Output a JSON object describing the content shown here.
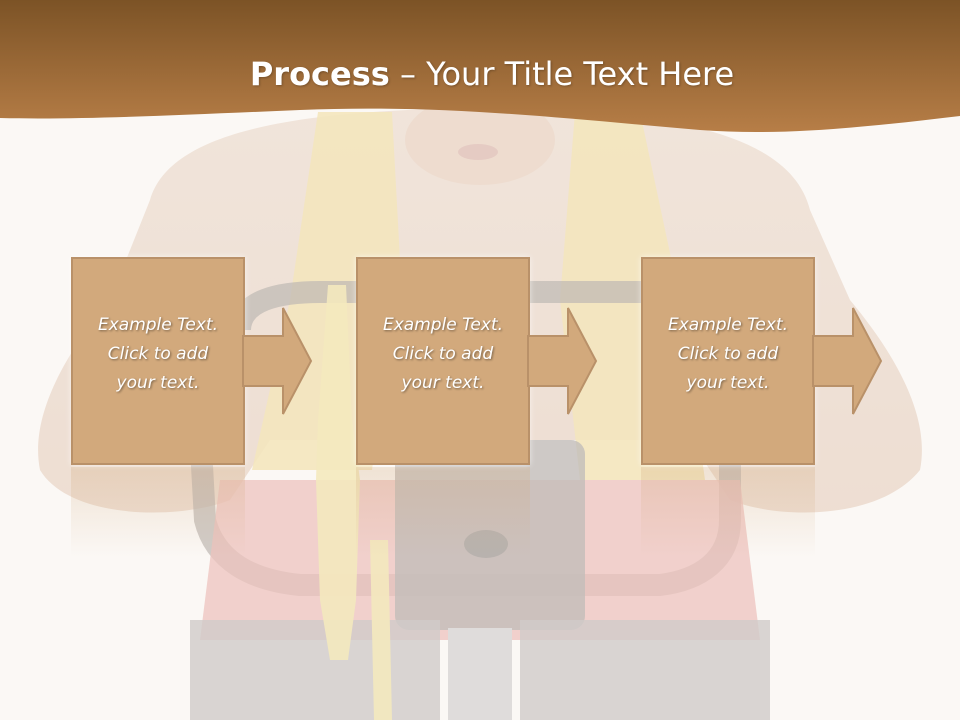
{
  "slide": {
    "title_bold": "Process",
    "title_rest": " – Your Title Text Here"
  },
  "steps": [
    {
      "line1": "Example Text.",
      "line2": "Click  to add",
      "line3": "your text."
    },
    {
      "line1": "Example Text.",
      "line2": "Click  to add",
      "line3": "your text."
    },
    {
      "line1": "Example Text.",
      "line2": "Click  to add",
      "line3": "your text."
    }
  ],
  "colors": {
    "title_band": "#a8703c",
    "step_fill": "#d2a97c",
    "step_border": "#b99169",
    "background": "#fbf8f5"
  },
  "background_image": "faded-photo-person-on-exercise-bike-with-towel-and-measuring-tape"
}
